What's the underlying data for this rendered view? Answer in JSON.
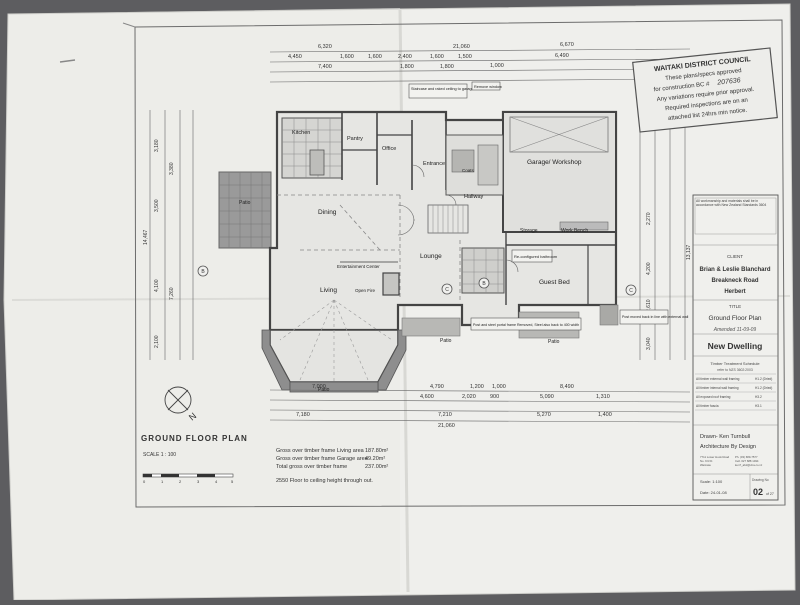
{
  "dims": {
    "top1_total": "21,060",
    "top1_left": "6,320",
    "top1_right": "6,670",
    "top2": [
      "4,450",
      "1,600",
      "1,600",
      "2,400",
      "1,600",
      "1,500",
      "6,490"
    ],
    "top3": [
      "7,400",
      "1,800",
      "1,800",
      "1,000"
    ],
    "bottom1": [
      "7,000",
      "4,790",
      "1,200",
      "1,000",
      "8,490"
    ],
    "bottom2": [
      "4,600",
      "2,020",
      "900",
      "5,090",
      "1,310"
    ],
    "bottom3": [
      "7,180",
      "7,210",
      "5,270",
      "1,400"
    ],
    "bottom_total": "21,060",
    "left_stack": [
      "3,180",
      "3,500",
      "4,100",
      "3,380",
      "7,260",
      "2,100"
    ],
    "left_total": "14,467",
    "right_stack": [
      "2,270",
      "4,200",
      "2,610",
      "3,040"
    ],
    "right_total": "13,137"
  },
  "rooms": {
    "kitchen": "Kitchen",
    "pantry": "Pantry",
    "office": "Office",
    "entrance": "Entrance",
    "garage": "Garage/ Workshop",
    "patio_left": "Patio",
    "dining": "Dining",
    "hallway": "Hallway",
    "storage": "Storage",
    "work_bench": "Work Bench",
    "lounge": "Lounge",
    "entertainment": "Entertainment Center",
    "living": "Living",
    "open_fire": "Open Fire",
    "guest_bed": "Guest Bed",
    "patio_bottom": "Patio",
    "patio_front": "Patio",
    "patio_right": "Patio",
    "coats": "Coats",
    "bathroom_note": "Re-configured bathroom",
    "wall_note": "Post and steel portal frame Removed, Steel also back to 400 width",
    "right_note": "Post moved back in line with external wall",
    "top_note": "Staircase and raked ceiling to garage at Entrance",
    "top_note2": "Remove window"
  },
  "labels": {
    "plan_title": "GROUND FLOOR PLAN",
    "scale": "SCALE 1 : 100",
    "scale_ticks": [
      "0",
      "1",
      "2",
      "3",
      "4",
      "5"
    ],
    "north": "N",
    "area_lines": [
      {
        "label": "Gross over timber frame Living area",
        "value": "187.80m²"
      },
      {
        "label": "Gross over timber frame Garage area",
        "value": "49.20m²"
      },
      {
        "label": "Total gross over timber frame",
        "value": "237.00m²"
      }
    ],
    "ceiling_note": "2550 Floor to ceiling height through out.",
    "grid_b_left": "B",
    "grid_b_mid": "B",
    "grid_c_left": "C",
    "grid_c_right": "C"
  },
  "stamp": {
    "title": "WAITAKI DISTRICT COUNCIL",
    "lines": [
      "These plans/specs approved",
      "for construction BC #",
      "Any variations require prior approval.",
      "Required inspections are on an",
      "attached list 24hrs min notice."
    ],
    "bc_number": "207636"
  },
  "title_block": {
    "notes_header": "All workmanship and materials shall be in accordance with New Zealand Standards 3604",
    "client_label": "CLIENT",
    "client_name": "Brian & Leslie Blanchard",
    "client_address1": "Breakneck Road",
    "client_address2": "Herbert",
    "title_label": "TITLE",
    "title_value": "Ground Floor Plan",
    "title_handwritten": "Amended 11-09-09",
    "project": "New Dwelling",
    "timber_header": "Timber Treatment Schedule",
    "timber_sub": "refer to NZS 3602:2003",
    "timber_rows": [
      {
        "item": "All timber external wall framing",
        "grade": "H1.2 (Dried)"
      },
      {
        "item": "All timber internal wall framing",
        "grade": "H1.2 (Dried)"
      },
      {
        "item": "All exposed roof framing",
        "grade": "H3.2"
      },
      {
        "item": "All timber fascia",
        "grade": "H3.1"
      }
    ],
    "drawn": "Drawn- Ken Turnbull",
    "firm": "Architecture By Design",
    "contact": [
      "7711 Lower Hook Road",
      "Ph. (03) 689-7577",
      "No. 9 R.D.",
      "Cell. 027 688 1494",
      "Waimate",
      "ken7_abd@xtra.co.nz"
    ],
    "scale_label": "Scale: 1:100",
    "drawing_no_label": "Drawing No",
    "date": "Date: 24-01-08",
    "sheet": "02",
    "sheet_of": "of 27"
  }
}
